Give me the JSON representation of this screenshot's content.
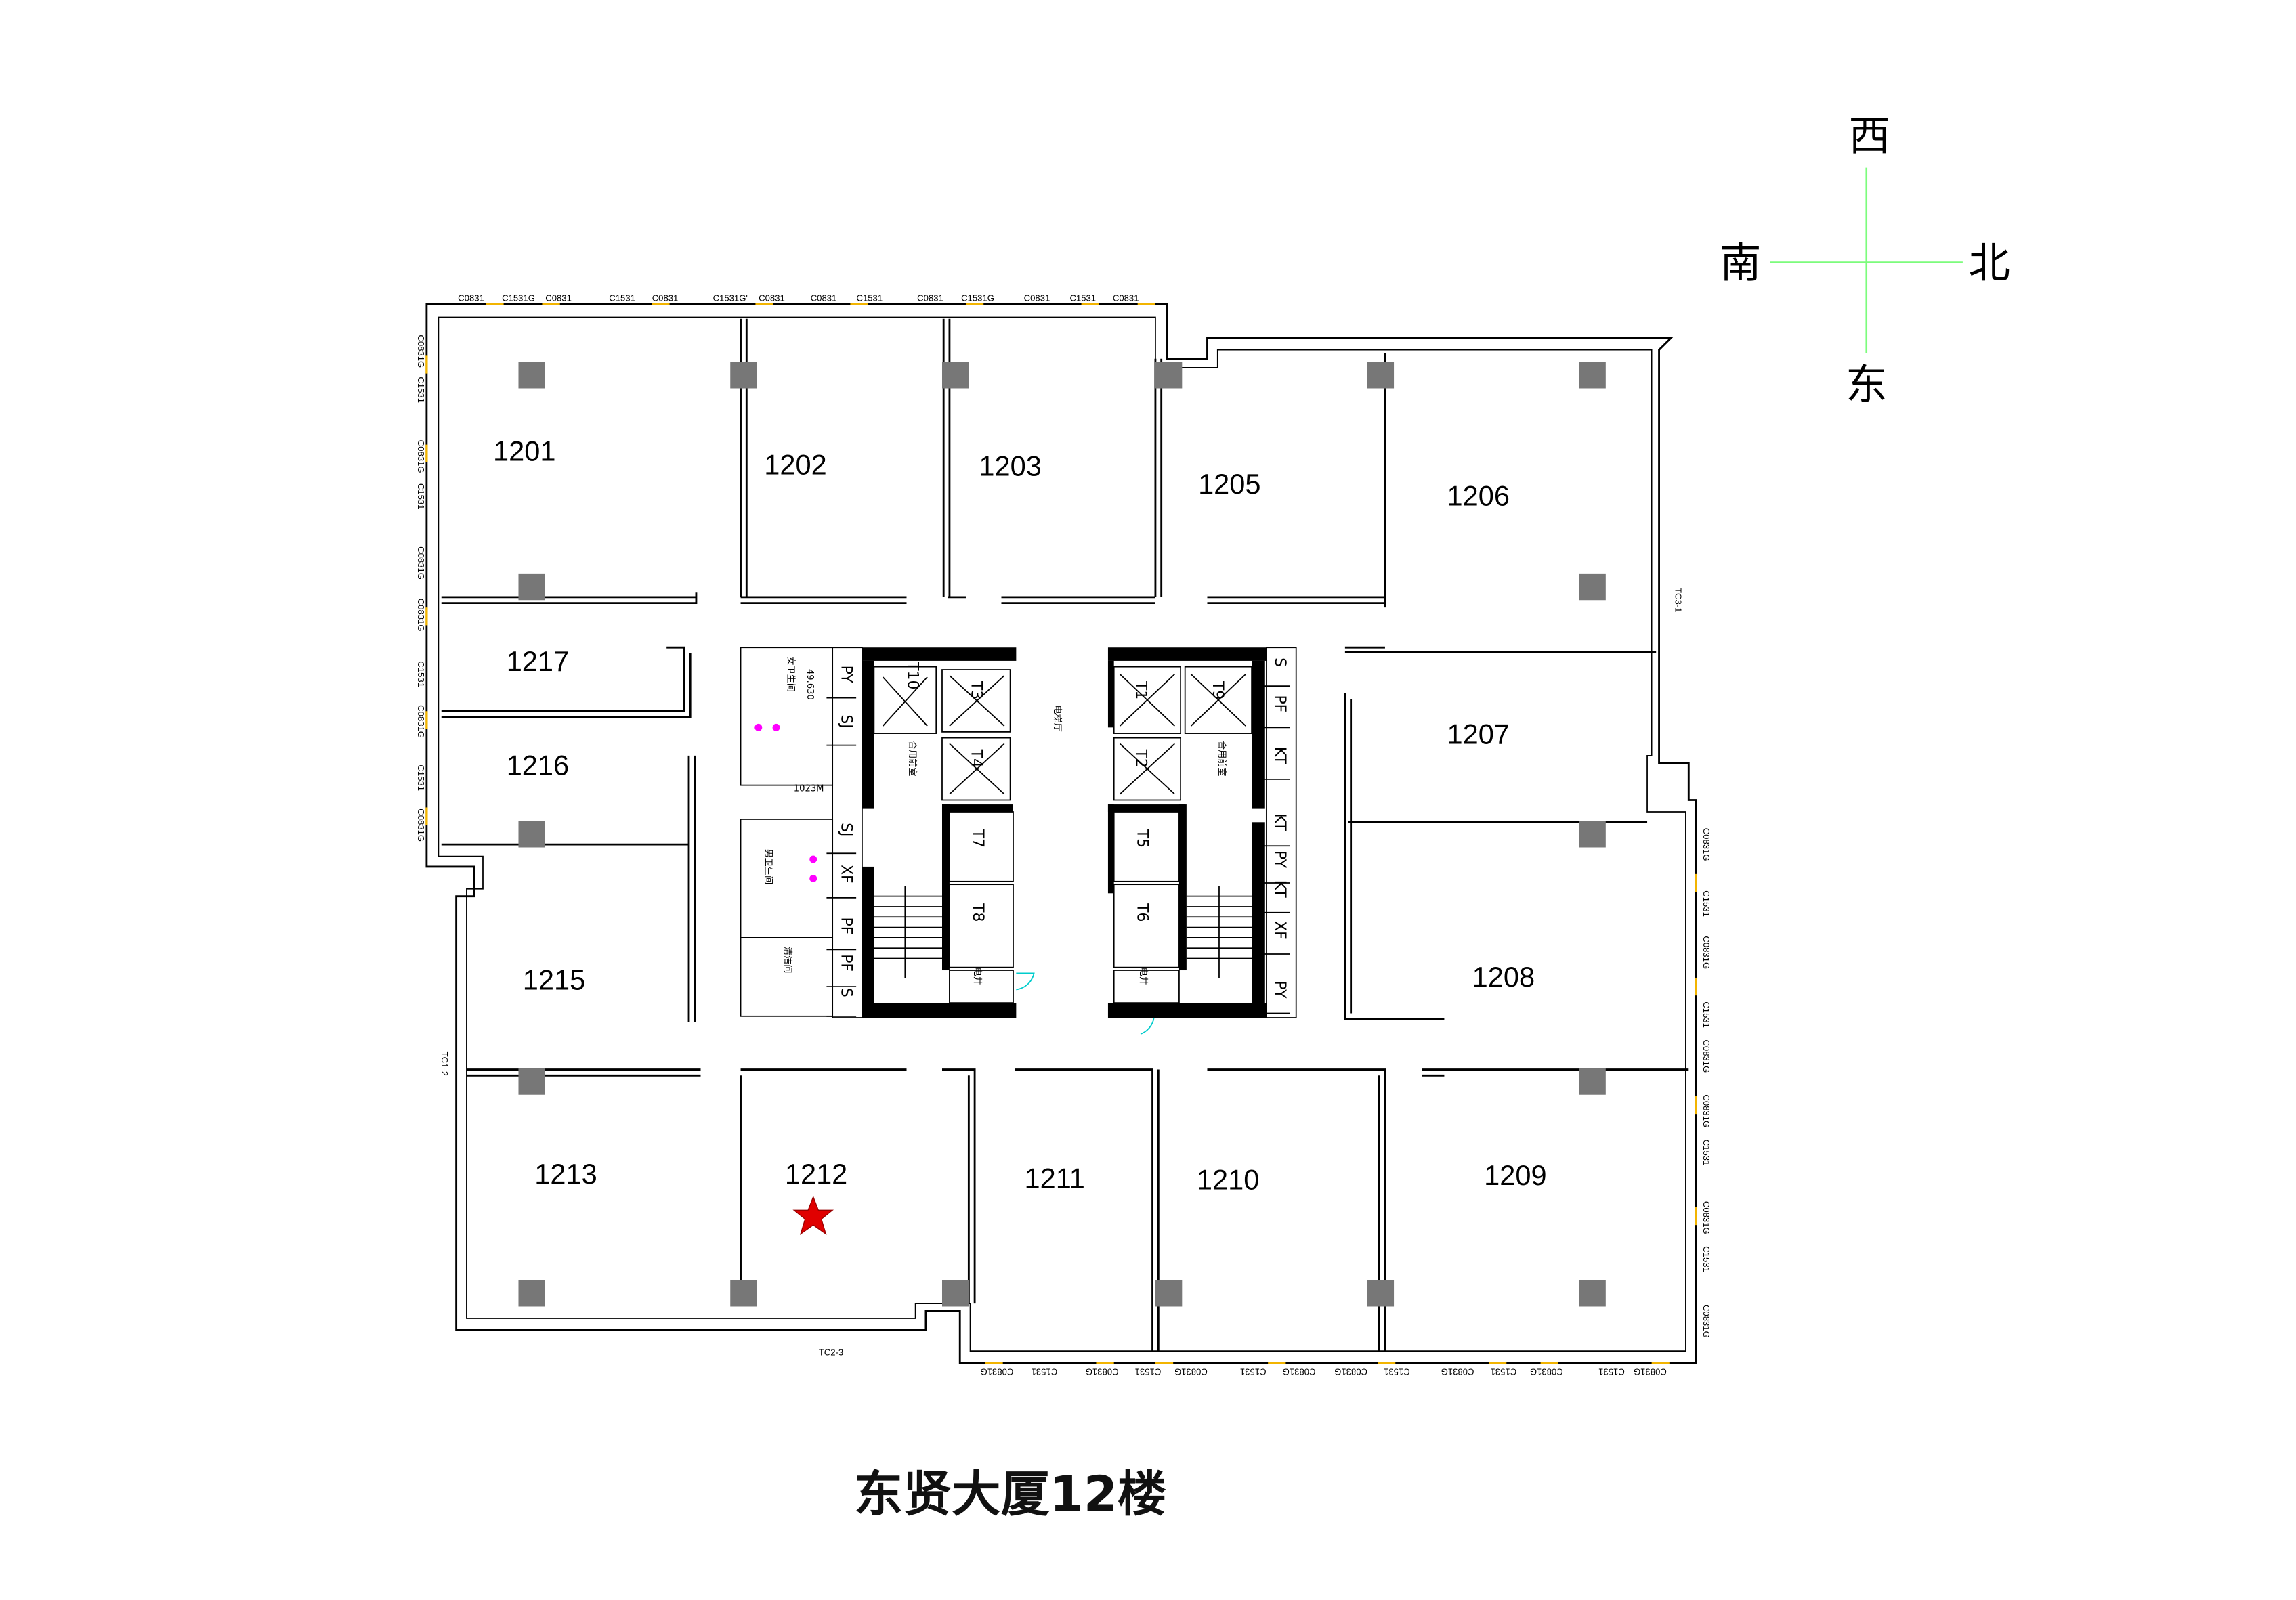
{
  "title": "东贤大厦12楼",
  "compass": {
    "west": "西",
    "south": "南",
    "north": "北",
    "east": "东",
    "line_color": "#7CFC7C"
  },
  "rooms": {
    "r1201": "1201",
    "r1202": "1202",
    "r1203": "1203",
    "r1205": "1205",
    "r1206": "1206",
    "r1207": "1207",
    "r1208": "1208",
    "r1209": "1209",
    "r1210": "1210",
    "r1211": "1211",
    "r1212": "1212",
    "r1213": "1213",
    "r1215": "1215",
    "r1216": "1216",
    "r1217": "1217"
  },
  "marker": {
    "room": "1212",
    "color": "#e00000"
  },
  "core": {
    "left_elevators": [
      "T10",
      "T3",
      "T4",
      "T7",
      "T8"
    ],
    "right_elevators": [
      "T1",
      "T9",
      "T2",
      "T5",
      "T6"
    ],
    "left_shafts": [
      "PY",
      "SJ",
      "SJ",
      "XF",
      "PF",
      "PF",
      "S"
    ],
    "right_shafts": [
      "S",
      "PF",
      "KT",
      "KT",
      "PY",
      "KT",
      "XF",
      "PY"
    ],
    "front_room": "合用前室",
    "lobby": "电梯厅",
    "womens_wc": "女卫生间",
    "mens_wc": "男卫生间",
    "janitor": "清洁间",
    "electrical": "电井",
    "elevation": "49.630",
    "door_code": "1023M"
  },
  "windows": {
    "top": [
      "C0831",
      "C1531G",
      "C0831",
      "C1531",
      "C0831",
      "C1531G'",
      "C0831",
      "C0831",
      "C1531",
      "C0831",
      "C1531G",
      "C0831",
      "C1531",
      "C0831"
    ],
    "bottom": [
      "C0831G",
      "C1531",
      "C0831G",
      "C1531",
      "C0831G",
      "C1531",
      "C0831G",
      "C0831G",
      "C1531",
      "C0831G",
      "C1531",
      "C0831G",
      "C1531",
      "C0831G"
    ],
    "left": [
      "C0831G",
      "C1531",
      "C0831G",
      "C1531",
      "C0831G",
      "C0831G",
      "C1531",
      "C0831G",
      "C1531",
      "C0831G"
    ],
    "right": [
      "C0831G",
      "C1531",
      "C0831G",
      "C1531",
      "C0831G",
      "C0831G",
      "C1531",
      "C0831G",
      "C1531",
      "C0831G"
    ],
    "tags": {
      "tc12": "TC1-2",
      "tc23": "TC2-3",
      "tc31": "TC3-1"
    }
  }
}
